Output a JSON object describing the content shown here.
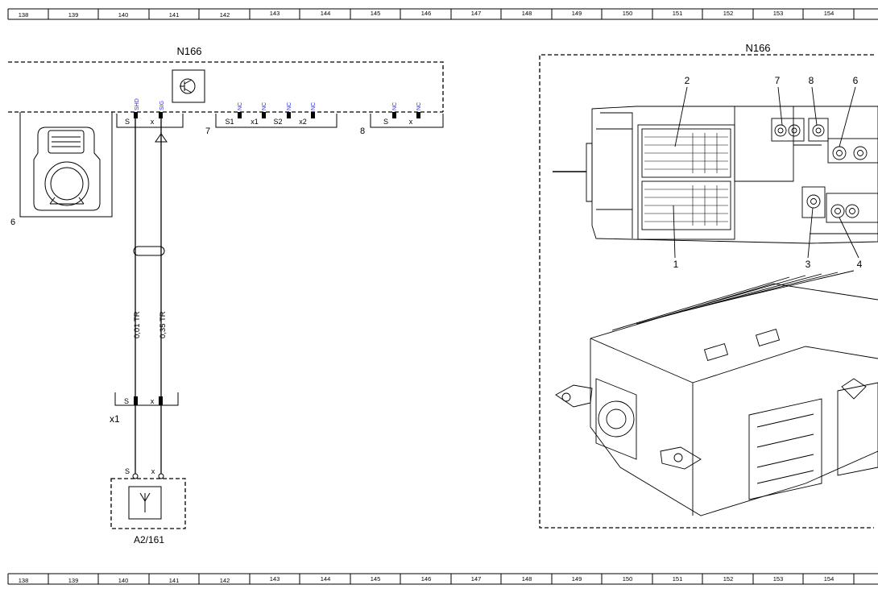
{
  "column_ruler": {
    "top": [
      "138",
      "139",
      "140",
      "141",
      "142",
      "143",
      "144",
      "145",
      "146",
      "147",
      "148",
      "149",
      "150",
      "151",
      "152",
      "153",
      "154"
    ],
    "bottom": [
      "138",
      "139",
      "140",
      "141",
      "142",
      "143",
      "144",
      "145",
      "146",
      "147",
      "148",
      "149",
      "150",
      "151",
      "152",
      "153",
      "154"
    ]
  },
  "schematic": {
    "module_label": "N166",
    "pin_flags": [
      "SHD",
      "SIG",
      "NC",
      "NC",
      "NC",
      "NC",
      "NC",
      "NC"
    ],
    "connector_6_pins": [
      "S",
      "x"
    ],
    "connector_7_pins": [
      "S1",
      "x1",
      "S2",
      "x2"
    ],
    "connector_8_pins": [
      "S",
      "x"
    ],
    "callout_6": "6",
    "callout_7": "7",
    "callout_8": "8",
    "wire_shield": "0,01 TR",
    "wire_signal": "0,35 TR",
    "connector_x1_label": "x1",
    "connector_x1_pins": [
      "S",
      "x"
    ],
    "antenna_pins": [
      "S",
      "x"
    ],
    "antenna_label": "A2/161"
  },
  "component_view": {
    "title": "N166",
    "callouts": [
      "2",
      "7",
      "8",
      "6",
      "1",
      "3",
      "4"
    ]
  },
  "colors": {
    "line": "#000000",
    "pin_flag_text": "#2a2ad8"
  }
}
